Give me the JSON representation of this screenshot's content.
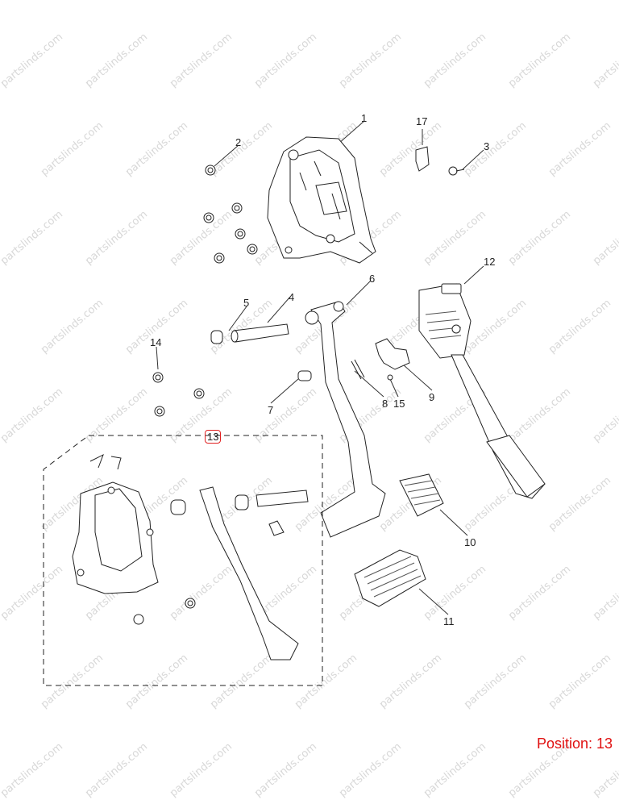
{
  "watermark": "partslinds.com",
  "callouts": [
    "1",
    "2",
    "3",
    "4",
    "5",
    "6",
    "7",
    "8",
    "9",
    "10",
    "11",
    "12",
    "13",
    "14",
    "15",
    "17"
  ],
  "highlighted_callout": "13",
  "position_label": "Position: 13",
  "colors": {
    "highlight": "#e01010",
    "line": "#222222",
    "watermark": "#d8d8d8"
  }
}
